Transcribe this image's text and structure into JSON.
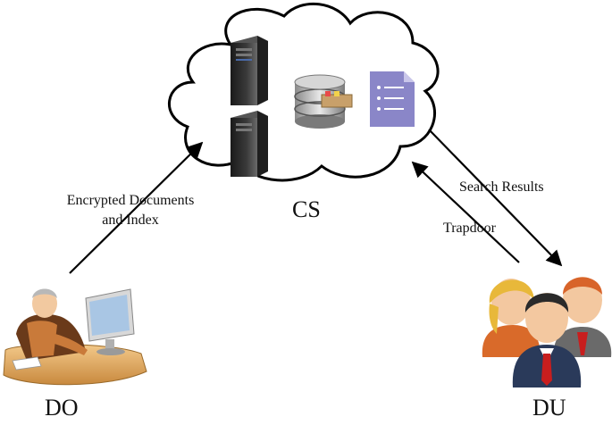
{
  "nodes": {
    "cs": {
      "label": "CS"
    },
    "do": {
      "label": "DO"
    },
    "du": {
      "label": "DU"
    }
  },
  "edges": {
    "do_to_cs": {
      "label_line1": "Encrypted Documents",
      "label_line2": "and Index"
    },
    "cs_to_du": {
      "label": "Search Results"
    },
    "du_to_cs": {
      "label": "Trapdoor"
    }
  },
  "colors": {
    "line": "#000000",
    "server_dark": "#2b2b2b",
    "server_light": "#6a6a6a",
    "document": "#8a86c8",
    "desk": "#d9a45a",
    "user_orange": "#e07a3a",
    "user_blue": "#2a3a5a",
    "tie_red": "#c81e1e"
  },
  "icons": {
    "cloud": "cloud-icon",
    "server_top": "server-icon",
    "server_bottom": "server-icon",
    "database": "database-icon",
    "document": "document-icon",
    "owner": "computer-user-icon",
    "users": "user-group-icon"
  }
}
